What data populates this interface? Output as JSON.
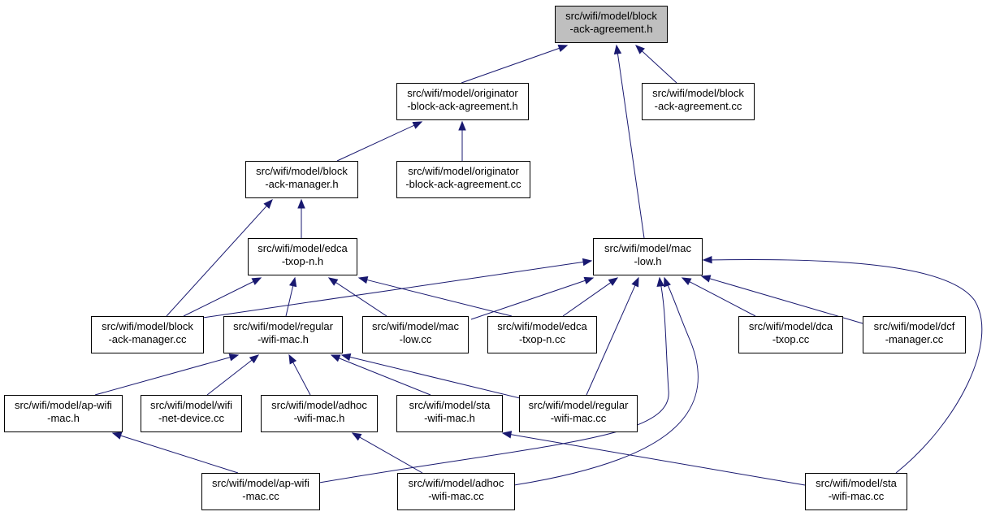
{
  "graph": {
    "focus_node": "n0",
    "nodes": [
      {
        "id": "n0",
        "lines": [
          "src/wifi/model/block",
          "-ack-agreement.h"
        ]
      },
      {
        "id": "n1",
        "lines": [
          "src/wifi/model/originator",
          "-block-ack-agreement.h"
        ]
      },
      {
        "id": "n2",
        "lines": [
          "src/wifi/model/block",
          "-ack-agreement.cc"
        ]
      },
      {
        "id": "n3",
        "lines": [
          "src/wifi/model/block",
          "-ack-manager.h"
        ]
      },
      {
        "id": "n4",
        "lines": [
          "src/wifi/model/originator",
          "-block-ack-agreement.cc"
        ]
      },
      {
        "id": "n5",
        "lines": [
          "src/wifi/model/edca",
          "-txop-n.h"
        ]
      },
      {
        "id": "n6",
        "lines": [
          "src/wifi/model/mac",
          "-low.h"
        ]
      },
      {
        "id": "n7",
        "lines": [
          "src/wifi/model/block",
          "-ack-manager.cc"
        ]
      },
      {
        "id": "n8",
        "lines": [
          "src/wifi/model/regular",
          "-wifi-mac.h"
        ]
      },
      {
        "id": "n9",
        "lines": [
          "src/wifi/model/mac",
          "-low.cc"
        ]
      },
      {
        "id": "n10",
        "lines": [
          "src/wifi/model/edca",
          "-txop-n.cc"
        ]
      },
      {
        "id": "n11",
        "lines": [
          "src/wifi/model/dca",
          "-txop.cc"
        ]
      },
      {
        "id": "n12",
        "lines": [
          "src/wifi/model/dcf",
          "-manager.cc"
        ]
      },
      {
        "id": "n13",
        "lines": [
          "src/wifi/model/ap-wifi",
          "-mac.h"
        ]
      },
      {
        "id": "n14",
        "lines": [
          "src/wifi/model/wifi",
          "-net-device.cc"
        ]
      },
      {
        "id": "n15",
        "lines": [
          "src/wifi/model/adhoc",
          "-wifi-mac.h"
        ]
      },
      {
        "id": "n16",
        "lines": [
          "src/wifi/model/sta",
          "-wifi-mac.h"
        ]
      },
      {
        "id": "n17",
        "lines": [
          "src/wifi/model/regular",
          "-wifi-mac.cc"
        ]
      },
      {
        "id": "n18",
        "lines": [
          "src/wifi/model/ap-wifi",
          "-mac.cc"
        ]
      },
      {
        "id": "n19",
        "lines": [
          "src/wifi/model/adhoc",
          "-wifi-mac.cc"
        ]
      },
      {
        "id": "n20",
        "lines": [
          "src/wifi/model/sta",
          "-wifi-mac.cc"
        ]
      }
    ],
    "edges": [
      {
        "from": "n1",
        "to": "n0"
      },
      {
        "from": "n6",
        "to": "n0"
      },
      {
        "from": "n2",
        "to": "n0"
      },
      {
        "from": "n3",
        "to": "n1"
      },
      {
        "from": "n4",
        "to": "n1"
      },
      {
        "from": "n7",
        "to": "n3"
      },
      {
        "from": "n5",
        "to": "n3"
      },
      {
        "from": "n7",
        "to": "n5"
      },
      {
        "from": "n8",
        "to": "n5"
      },
      {
        "from": "n9",
        "to": "n5"
      },
      {
        "from": "n10",
        "to": "n5"
      },
      {
        "from": "n7",
        "to": "n6"
      },
      {
        "from": "n9",
        "to": "n6"
      },
      {
        "from": "n10",
        "to": "n6"
      },
      {
        "from": "n11",
        "to": "n6"
      },
      {
        "from": "n12",
        "to": "n6"
      },
      {
        "from": "n17",
        "to": "n6"
      },
      {
        "from": "n18",
        "to": "n6"
      },
      {
        "from": "n19",
        "to": "n6"
      },
      {
        "from": "n20",
        "to": "n6"
      },
      {
        "from": "n13",
        "to": "n8"
      },
      {
        "from": "n14",
        "to": "n8"
      },
      {
        "from": "n15",
        "to": "n8"
      },
      {
        "from": "n16",
        "to": "n8"
      },
      {
        "from": "n17",
        "to": "n8"
      },
      {
        "from": "n18",
        "to": "n13"
      },
      {
        "from": "n19",
        "to": "n15"
      },
      {
        "from": "n20",
        "to": "n16"
      }
    ]
  }
}
